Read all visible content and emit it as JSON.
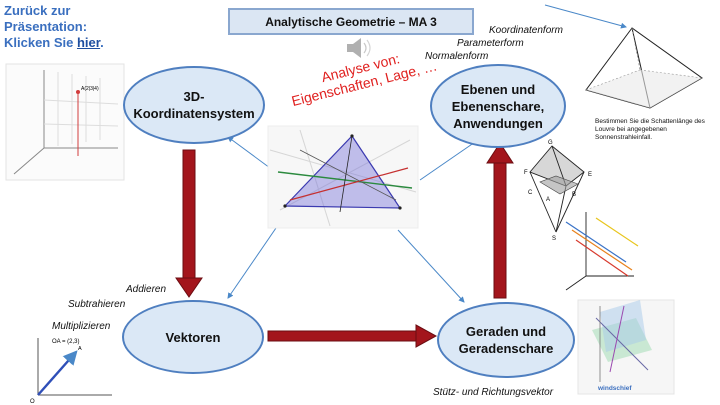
{
  "back": {
    "line1": "Zurück zur",
    "line2": "Präsentation:",
    "line3_prefix": "Klicken Sie ",
    "link": "hier",
    "line3_suffix": "."
  },
  "title": "Analytische Geometrie – MA 3",
  "nodes": {
    "koordinaten": {
      "line1": "3D-",
      "line2": "Koordinatensystem"
    },
    "ebenen": {
      "line1": "Ebenen und",
      "line2": "Ebenenschare,",
      "line3": "Anwendungen"
    },
    "vektoren": {
      "line1": "Vektoren"
    },
    "geraden": {
      "line1": "Geraden und",
      "line2": "Geradenschare"
    }
  },
  "forms": {
    "koordinatenform": "Koordinatenform",
    "parameterform": "Parameterform",
    "normalenform": "Normalenform"
  },
  "operations": {
    "addieren": "Addieren",
    "subtrahieren": "Subtrahieren",
    "multiplizieren": "Multiplizieren"
  },
  "stuetz": "Stütz- und Richtungsvektor",
  "analyse": {
    "line1": "Analyse von:",
    "line2": "Eigenschaften, Lage, …"
  },
  "note": "Bestimmen Sie die Schattenlänge des Louvre bei angegebenen Sonnenstrahleinfall.",
  "figures": {
    "point_label": "A(2|3|4)",
    "vector_label": "OA = (2,3)",
    "origin_label": "O",
    "windschief": "windschief",
    "pyramid_labels": [
      "G",
      "F",
      "E",
      "C",
      "A",
      "B",
      "S"
    ]
  }
}
